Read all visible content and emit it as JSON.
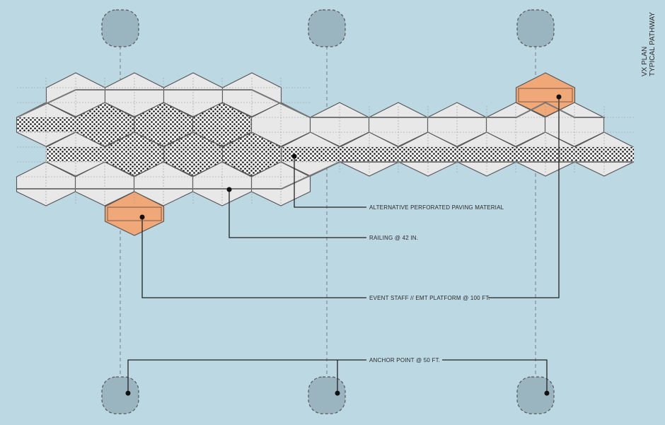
{
  "title": {
    "line1": "VX PLAN",
    "line2": "TYPICAL PATHWAY"
  },
  "callouts": {
    "perforated": "ALTERNATIVE PERFORATED PAVING MATERIAL",
    "railing": "RAILING @ 42 IN.",
    "platform": "EVENT STAFF // EMT  PLATFORM @ 100 FT.",
    "anchor": "ANCHOR POINT @ 50 FT."
  },
  "colors": {
    "background": "#bcd8e2",
    "hex_fill": "#e8e8e8",
    "platform": "#f0a878",
    "anchor_fill": "#9ab5c0",
    "line": "#222222"
  }
}
